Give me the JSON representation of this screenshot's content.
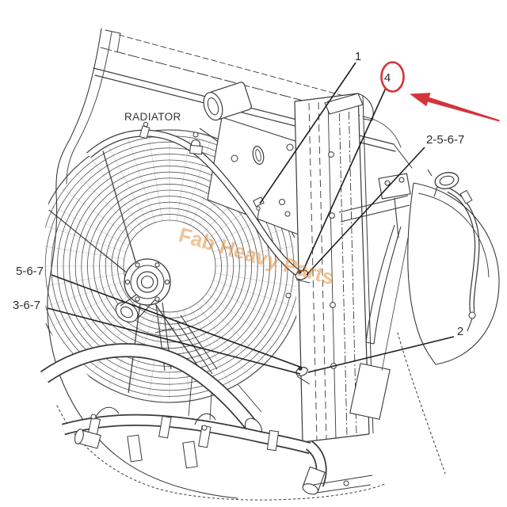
{
  "diagram": {
    "background": "#ffffff",
    "line_color": "#3a3a3a",
    "text_color": "#2d2d2d",
    "component_label": "RADIATOR",
    "callouts": {
      "top": {
        "label": "1"
      },
      "highlighted": {
        "label": "4"
      },
      "right_upper": {
        "label": "2-5-6-7"
      },
      "left_upper": {
        "label": "5-6-7"
      },
      "left_lower": {
        "label": "3-6-7"
      },
      "right_lower": {
        "label": "2"
      }
    },
    "highlight": {
      "color": "#d5333c"
    },
    "watermark": {
      "text": "Fab Heavy Parts",
      "color": "#e1862f"
    }
  }
}
